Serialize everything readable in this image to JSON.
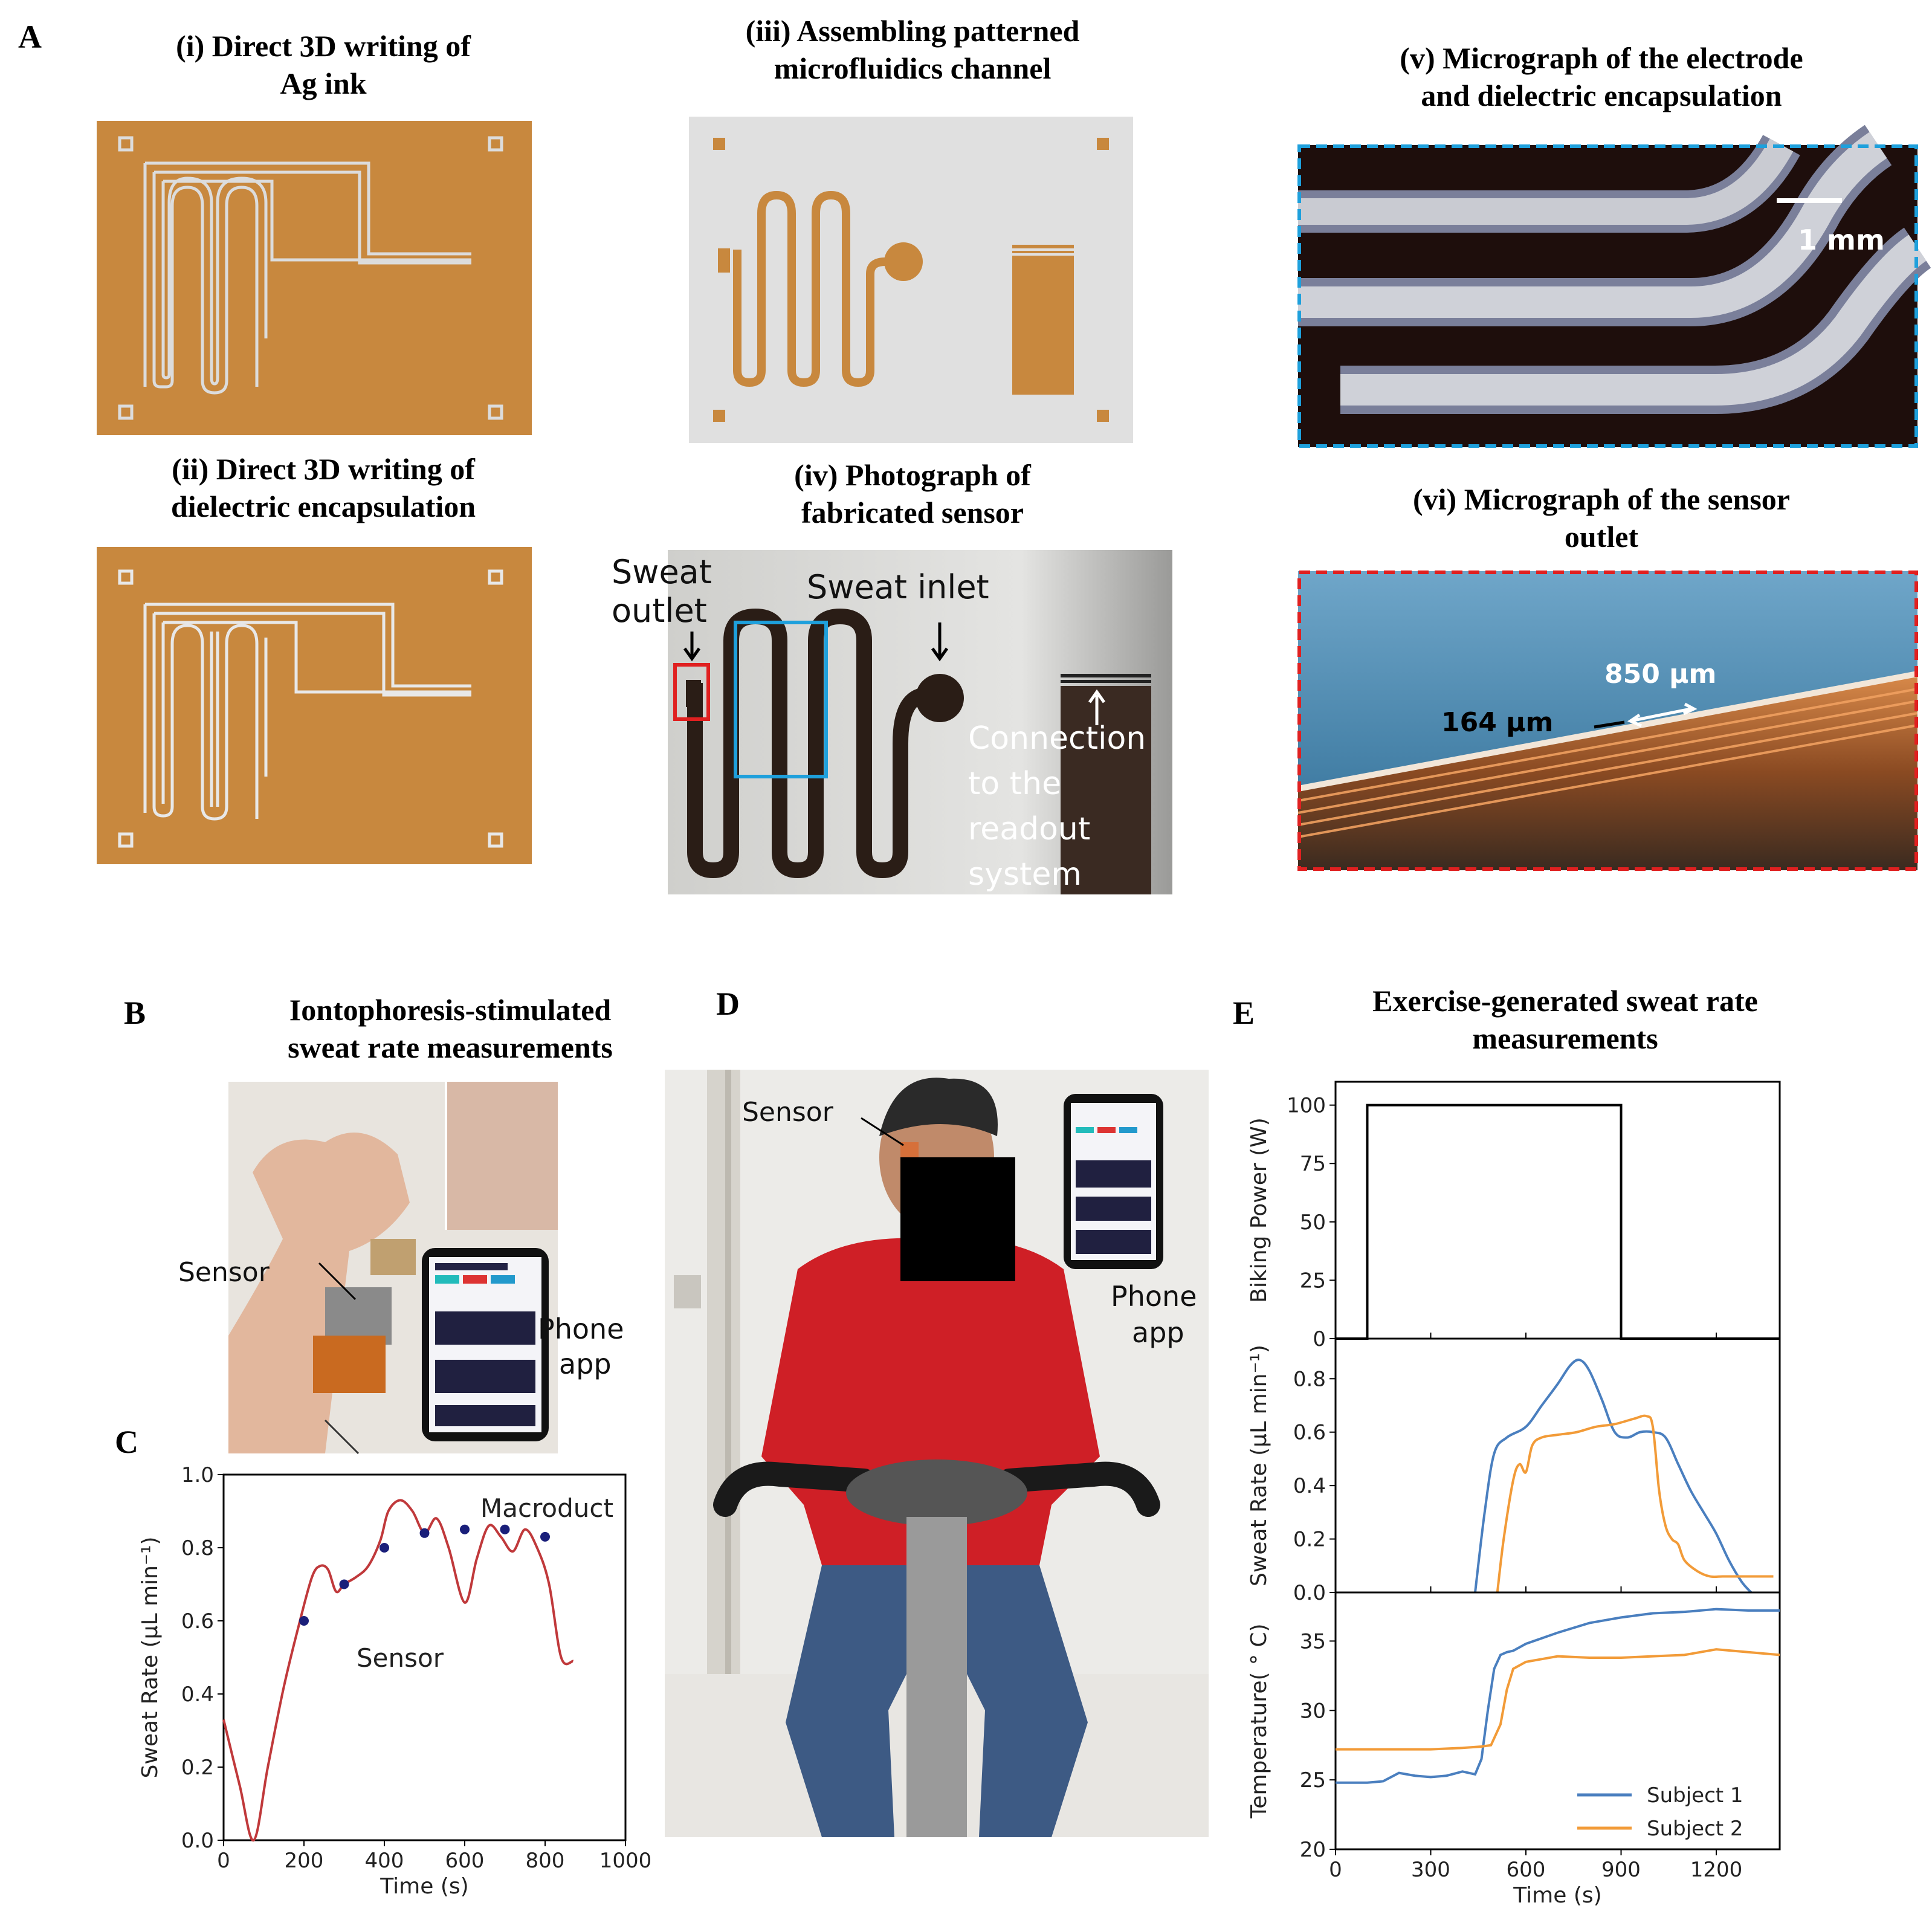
{
  "panel_labels": {
    "A": "A",
    "B": "B",
    "C": "C",
    "D": "D",
    "E": "E"
  },
  "panelA": {
    "i_title": [
      "(i) Direct 3D writing of",
      "Ag ink"
    ],
    "ii_title": [
      "(ii) Direct 3D writing of",
      "dielectric encapsulation"
    ],
    "iii_title": [
      "(iii) Assembling patterned",
      "microfluidics channel"
    ],
    "iv_title": [
      "(iv) Photograph of",
      "fabricated sensor"
    ],
    "v_title": [
      "(v) Micrograph of the electrode",
      "and dielectric encapsulation"
    ],
    "vi_title": [
      "(vi) Micrograph of the sensor",
      "outlet"
    ],
    "iv_labels": {
      "outlet": [
        "Sweat",
        "outlet"
      ],
      "inlet": "Sweat inlet",
      "connection": [
        "Connection",
        "to the",
        "readout",
        "system"
      ]
    },
    "v_scale": "1 mm",
    "vi_labels": {
      "a": "164 µm",
      "b": "850 µm"
    }
  },
  "panelB": {
    "title": [
      "Iontophoresis-stimulated",
      "sweat rate measurements"
    ],
    "sensor": "Sensor",
    "phone": [
      "Phone",
      "app"
    ]
  },
  "panelD": {
    "sensor": "Sensor",
    "phone": [
      "Phone",
      "app"
    ]
  },
  "panelE": {
    "title": [
      "Exercise-generated sweat rate",
      "measurements"
    ]
  },
  "colors": {
    "copper": "#c8883e",
    "sensor_red": "#c0393b",
    "macroduct_navy": "#1a1f7a",
    "subject1": "#4a7fbf",
    "subject2": "#f29b38"
  },
  "chart_data": [
    {
      "type": "line",
      "panel": "C",
      "xlabel": "Time (s)",
      "ylabel": "Sweat Rate (μL min⁻¹)",
      "xlim": [
        0,
        1000
      ],
      "ylim": [
        0,
        1.0
      ],
      "xticks": [
        0,
        200,
        400,
        600,
        800,
        1000
      ],
      "yticks": [
        0.0,
        0.2,
        0.4,
        0.6,
        0.8,
        1.0
      ],
      "annotations": {
        "sensor": "Sensor",
        "macroduct": "Macroduct"
      },
      "series": [
        {
          "name": "Sensor",
          "x": [
            0,
            40,
            75,
            110,
            150,
            190,
            220,
            240,
            260,
            280,
            300,
            330,
            360,
            390,
            410,
            440,
            470,
            500,
            530,
            560,
            600,
            630,
            660,
            690,
            720,
            750,
            780,
            810,
            840,
            870
          ],
          "y": [
            0.33,
            0.15,
            0.0,
            0.2,
            0.42,
            0.6,
            0.72,
            0.75,
            0.74,
            0.68,
            0.7,
            0.72,
            0.75,
            0.82,
            0.9,
            0.93,
            0.9,
            0.84,
            0.88,
            0.8,
            0.65,
            0.77,
            0.86,
            0.83,
            0.79,
            0.85,
            0.8,
            0.7,
            0.5,
            0.49
          ]
        },
        {
          "name": "Macroduct",
          "x": [
            200,
            300,
            400,
            500,
            600,
            700,
            800
          ],
          "y": [
            0.6,
            0.7,
            0.8,
            0.84,
            0.85,
            0.85,
            0.83
          ]
        }
      ]
    },
    {
      "type": "line",
      "panel": "E-top",
      "ylabel": "Biking Power (W)",
      "xlim": [
        0,
        1400
      ],
      "ylim": [
        0,
        110
      ],
      "yticks": [
        0,
        25,
        50,
        75,
        100
      ],
      "series": [
        {
          "x": [
            0,
            100,
            100,
            900,
            900,
            1400
          ],
          "y": [
            0,
            0,
            100,
            100,
            0,
            0
          ]
        }
      ]
    },
    {
      "type": "line",
      "panel": "E-middle",
      "ylabel": "Sweat Rate (μL min⁻¹)",
      "xlim": [
        0,
        1400
      ],
      "ylim": [
        0,
        0.95
      ],
      "yticks": [
        0.0,
        0.2,
        0.4,
        0.6,
        0.8
      ],
      "series": [
        {
          "name": "Subject 1",
          "x": [
            440,
            470,
            500,
            540,
            600,
            650,
            700,
            740,
            770,
            800,
            840,
            880,
            920,
            960,
            1000,
            1040,
            1080,
            1120,
            1160,
            1200,
            1240,
            1280,
            1310
          ],
          "y": [
            0.0,
            0.3,
            0.52,
            0.58,
            0.62,
            0.7,
            0.78,
            0.85,
            0.87,
            0.83,
            0.72,
            0.6,
            0.58,
            0.6,
            0.6,
            0.58,
            0.48,
            0.38,
            0.3,
            0.22,
            0.12,
            0.04,
            0.0
          ]
        },
        {
          "name": "Subject 2",
          "x": [
            510,
            530,
            560,
            580,
            600,
            620,
            650,
            700,
            760,
            820,
            880,
            940,
            980,
            1000,
            1020,
            1040,
            1060,
            1080,
            1100,
            1140,
            1180,
            1220,
            1260,
            1300,
            1350,
            1380
          ],
          "y": [
            0.0,
            0.2,
            0.42,
            0.48,
            0.45,
            0.55,
            0.58,
            0.59,
            0.6,
            0.62,
            0.63,
            0.65,
            0.66,
            0.62,
            0.38,
            0.25,
            0.2,
            0.18,
            0.12,
            0.08,
            0.06,
            0.06,
            0.06,
            0.06,
            0.06,
            0.06
          ]
        }
      ]
    },
    {
      "type": "line",
      "panel": "E-bottom",
      "xlabel": "Time (s)",
      "ylabel": "Temperature( ° C)",
      "xlim": [
        0,
        1400
      ],
      "ylim": [
        20,
        38.5
      ],
      "xticks": [
        0,
        300,
        600,
        900,
        1200
      ],
      "yticks": [
        20,
        25,
        30,
        35
      ],
      "series": [
        {
          "name": "Subject 1",
          "x": [
            0,
            100,
            150,
            200,
            250,
            300,
            350,
            400,
            440,
            460,
            480,
            500,
            520,
            540,
            560,
            600,
            700,
            800,
            900,
            1000,
            1100,
            1200,
            1300,
            1400
          ],
          "y": [
            24.8,
            24.8,
            24.9,
            25.5,
            25.3,
            25.2,
            25.3,
            25.6,
            25.4,
            26.5,
            30,
            33,
            34,
            34.2,
            34.3,
            34.8,
            35.6,
            36.3,
            36.7,
            37.0,
            37.1,
            37.3,
            37.2,
            37.2
          ]
        },
        {
          "name": "Subject 2",
          "x": [
            0,
            100,
            200,
            300,
            400,
            460,
            490,
            520,
            540,
            560,
            600,
            700,
            800,
            900,
            1000,
            1100,
            1200,
            1300,
            1400
          ],
          "y": [
            27.2,
            27.2,
            27.2,
            27.2,
            27.3,
            27.4,
            27.5,
            29,
            31.5,
            33,
            33.5,
            33.9,
            33.8,
            33.8,
            33.9,
            34.0,
            34.4,
            34.2,
            34.0
          ]
        }
      ]
    }
  ]
}
